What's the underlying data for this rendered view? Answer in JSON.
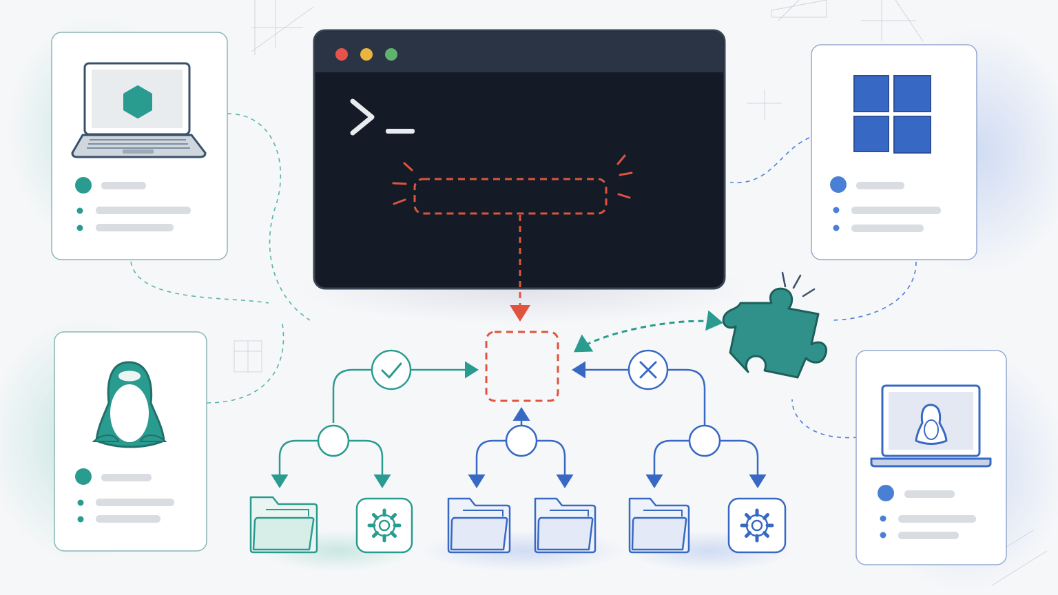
{
  "terminal": {
    "prompt_glyph": ">",
    "cursor_glyph": "_",
    "window_buttons": [
      "close-dot",
      "minimize-dot",
      "maximize-dot"
    ],
    "window_button_colors": [
      "#e5534b",
      "#e9b440",
      "#5fb36c"
    ]
  },
  "icons": {
    "check": "check-icon",
    "cross": "cross-icon",
    "folder": "folder-icon",
    "gear": "gear-icon",
    "puzzle": "puzzle-piece-icon",
    "windows": "windows-logo-icon",
    "linux": "linux-penguin-icon",
    "laptop": "laptop-icon",
    "hexagon": "hexagon-icon"
  },
  "colors": {
    "background": "#f6f7f9",
    "terminal_body": "#141b26",
    "terminal_bar": "#2b3444",
    "highlight_red": "#e0533f",
    "teal": "#2a9b8f",
    "blue": "#3768c4",
    "puzzle_teal": "#2f918a",
    "placeholder_gray": "#d9dde2"
  }
}
